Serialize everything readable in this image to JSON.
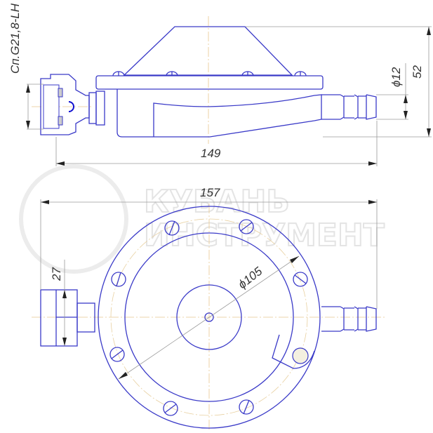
{
  "drawing": {
    "side_view": {
      "thread_label": "Сп.G21,8-LH",
      "diameter_nipple": "ϕ12",
      "height": "52",
      "length": "149"
    },
    "top_view": {
      "width": "157",
      "nut_size": "27",
      "diameter_body": "ϕ105"
    },
    "watermark": {
      "line1": "КУБАНЬ",
      "line2": "ИНСТРУМЕНТ"
    },
    "colors": {
      "outline": "#3a3ac8",
      "centerline": "#e8c890",
      "dimension": "#9a9a9a"
    }
  }
}
